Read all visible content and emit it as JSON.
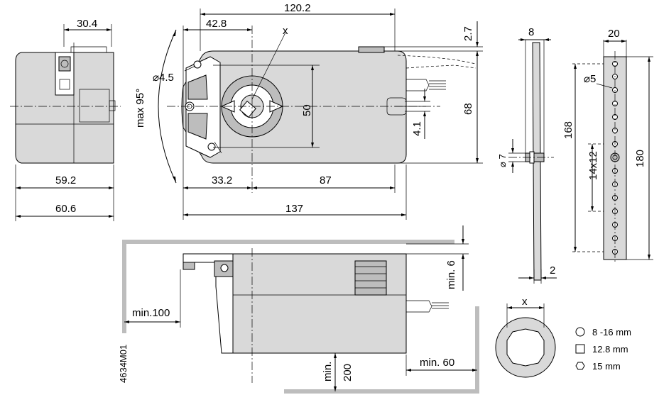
{
  "dimensions": {
    "side_top_width": "30.4",
    "side_depth_1": "59.2",
    "side_depth_2": "60.6",
    "front_overall_width": "120.2",
    "front_offset": "42.8",
    "front_shaft_axis": "x",
    "front_hole": "⌀4.5",
    "front_rotation": "max 95°",
    "front_height": "50",
    "front_gap": "2.7",
    "front_body_height": "68",
    "front_slot": "4.1",
    "front_left_span": "33.2",
    "front_right_span": "87",
    "front_total_length": "137",
    "bracket_thickness": "8",
    "bracket_pin": "⌀ 7",
    "bracket_plate": "2",
    "rail_width": "20",
    "rail_hole": "⌀5",
    "rail_span": "168",
    "rail_pitch": "14x12",
    "rail_length": "180",
    "clear_top": "min. 6",
    "clear_left": "min.100",
    "clear_bottom_a": "min.",
    "clear_bottom_b": "200",
    "clear_right": "min. 60",
    "drawing_code": "4634M01",
    "shaft_label": "x"
  },
  "legend": [
    {
      "icon": "circle-icon",
      "label": "8 -16 mm"
    },
    {
      "icon": "square-icon",
      "label": "12.8 mm"
    },
    {
      "icon": "hexagon-icon",
      "label": "15 mm"
    }
  ]
}
